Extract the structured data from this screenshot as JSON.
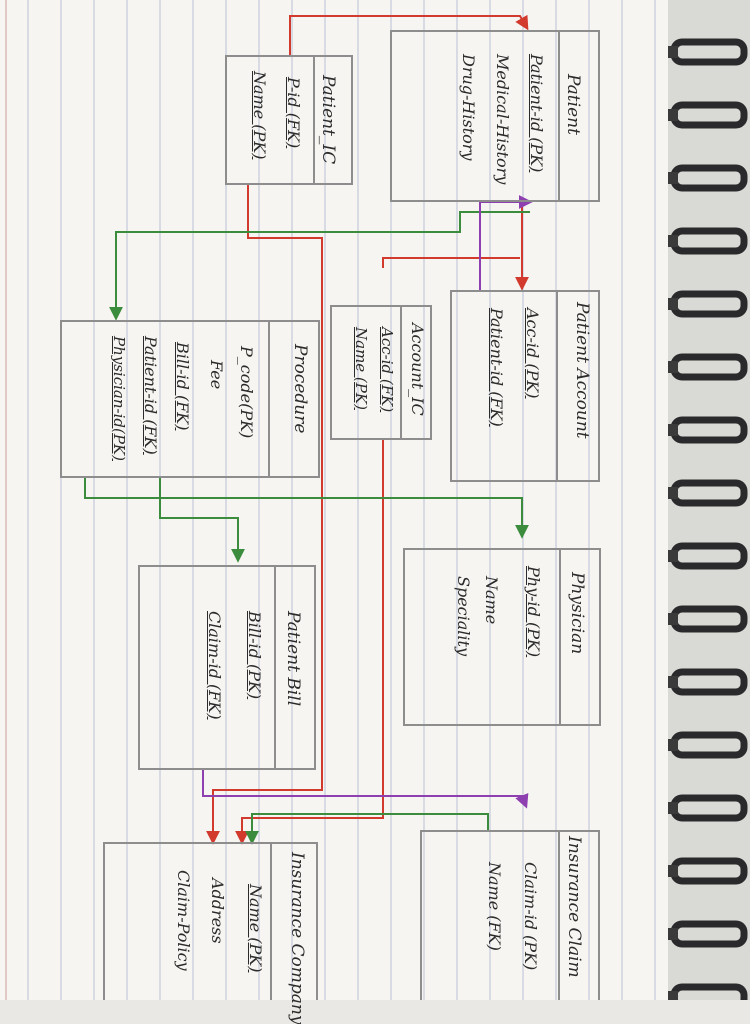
{
  "colors": {
    "paper": "#f6f5f2",
    "rule": "#b9bfd6",
    "margin": "#dcb8b8",
    "pencil": "#2b2b2b",
    "box": "#8d8d8d",
    "red": "#d23a2e",
    "green": "#3b8c3c",
    "purple": "#8e3fb0",
    "spiral": "#2a2a2c"
  },
  "entities": [
    {
      "id": "patient",
      "title": "Patient",
      "attrs": [
        {
          "text": "Patient-id (PK)",
          "pk": true
        },
        {
          "text": "Medical-History",
          "pk": false
        },
        {
          "text": "Drug-History",
          "pk": false
        }
      ]
    },
    {
      "id": "patient_ic",
      "title": "Patient_IC",
      "attrs": [
        {
          "text": "P-id (FK)",
          "pk": true
        },
        {
          "text": "Name (PK)",
          "pk": true
        }
      ]
    },
    {
      "id": "patient_account",
      "title": "Patient Account",
      "attrs": [
        {
          "text": "Acc-id (PK)",
          "pk": true
        },
        {
          "text": "Patient-id (FK)",
          "pk": true
        }
      ]
    },
    {
      "id": "account_ic",
      "title": "Account_IC",
      "attrs": [
        {
          "text": "Acc-id (FK)",
          "pk": true
        },
        {
          "text": "Name (PK)",
          "pk": true
        }
      ]
    },
    {
      "id": "procedure",
      "title": "Procedure",
      "attrs": [
        {
          "text": "P_code(PK)",
          "pk": false
        },
        {
          "text": "Fee",
          "pk": false
        },
        {
          "text": "Bill-id (FK)",
          "pk": true
        },
        {
          "text": "Patient-id (FK)",
          "pk": true
        },
        {
          "text": "Physician-id(PK)",
          "pk": true
        }
      ]
    },
    {
      "id": "physician",
      "title": "Physician",
      "attrs": [
        {
          "text": "Phy-id (PK)",
          "pk": true
        },
        {
          "text": "Name",
          "pk": false
        },
        {
          "text": "Speciality",
          "pk": false
        }
      ]
    },
    {
      "id": "patient_bill",
      "title": "Patient Bill",
      "attrs": [
        {
          "text": "Bill-id (PK)",
          "pk": true
        },
        {
          "text": "Claim-id (FK)",
          "pk": true
        }
      ]
    },
    {
      "id": "insurance_claim",
      "title": "Insurance Claim",
      "attrs": [
        {
          "text": "Claim-id (PK)",
          "pk": false
        },
        {
          "text": "Name (FK)",
          "pk": false
        }
      ]
    },
    {
      "id": "insurance_company",
      "title": "Insurance Company",
      "attrs": [
        {
          "text": "Name (PK)",
          "pk": true
        },
        {
          "text": "Address",
          "pk": false
        },
        {
          "text": "Claim-Policy",
          "pk": false
        }
      ]
    }
  ]
}
